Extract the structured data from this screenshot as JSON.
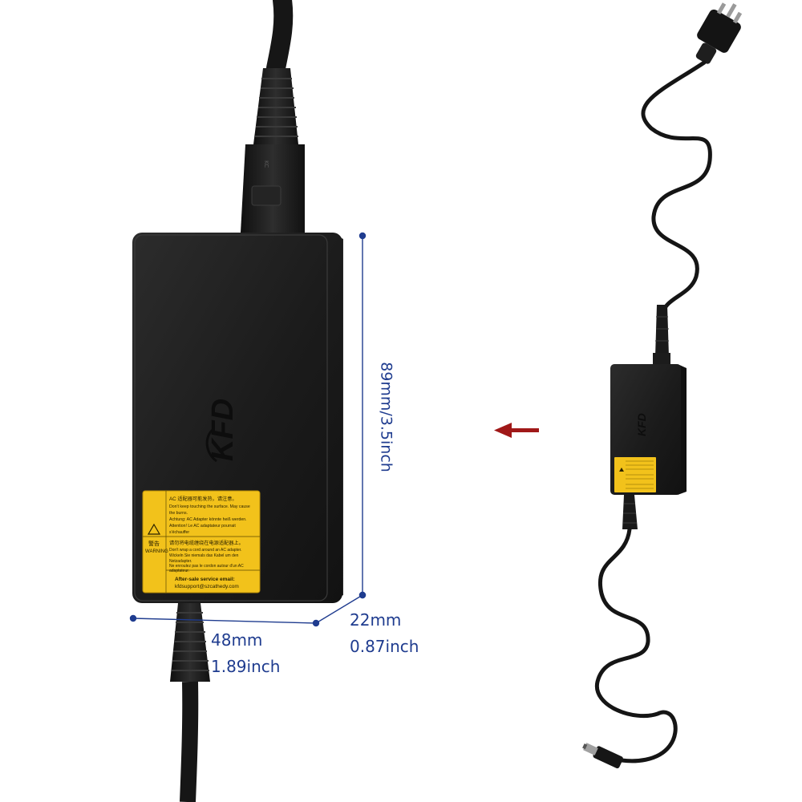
{
  "dimensions": {
    "height_label": "89mm/3.5inch",
    "width_mm": "48mm",
    "width_inch": "1.89inch",
    "depth_mm": "22mm",
    "depth_inch": "0.87inch"
  },
  "adapter": {
    "brand": "KFD",
    "warning_label": {
      "lines": [
        "AC 适配器可能发热，请注意。",
        "Don't keep touching the surface. May cause",
        "the burns.",
        "Achtung: AC Adapter könnte heiß werden.",
        "Attention! Le AC adaptateur pourrait",
        "s'échauffer",
        "请勿将电缆缠绕在电源适配器上。",
        "Don't wrap a cord around an AC adapter.",
        "Wickeln Sie niemals das Kabel um den",
        "Netzadapter.",
        "Ne enroulez pas le cordon autour d'un AC",
        "adaptateur."
      ],
      "warn_cn": "警告",
      "warn_en": "WARNING",
      "service_heading": "After-sale service email:",
      "service_email": "kfdsupport@szcathedy.com"
    }
  },
  "colors": {
    "dimension_lines": "#1f3c8f",
    "arrow": "#a01818",
    "label_yellow": "#f2c21b",
    "body": "#1c1c1c"
  }
}
